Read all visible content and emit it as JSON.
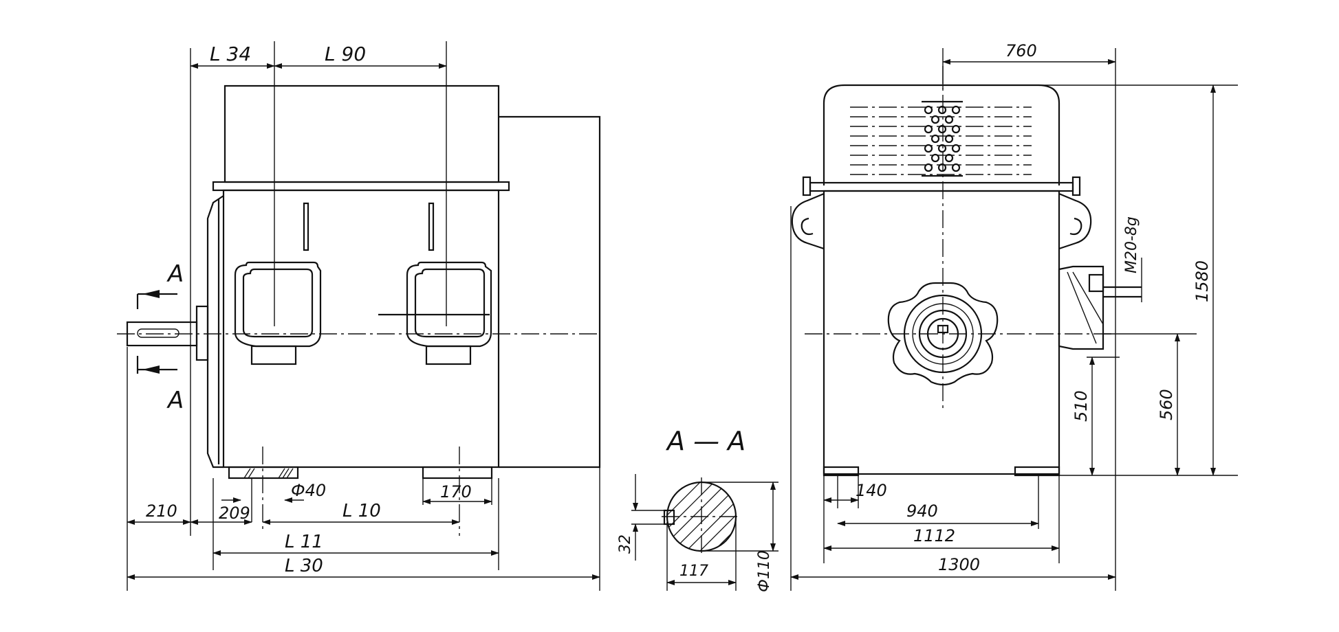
{
  "side_view": {
    "section_mark": "A",
    "dims": {
      "l34": "L 34",
      "l90": "L 90",
      "d210": "210",
      "d209": "209",
      "dia40": "Ф40",
      "l10": "L 10",
      "d170": "170",
      "l11": "L 11",
      "l30": "L 30"
    }
  },
  "section_view": {
    "title": "A — A",
    "dims": {
      "d32": "32",
      "d117": "117",
      "dia110": "Ф110"
    }
  },
  "front_view": {
    "dims": {
      "d760": "760",
      "thread": "M20-8g",
      "d1580": "1580",
      "d510": "510",
      "d560": "560",
      "d140": "140",
      "d940": "940",
      "d1112": "1112",
      "d1300": "1300"
    }
  }
}
